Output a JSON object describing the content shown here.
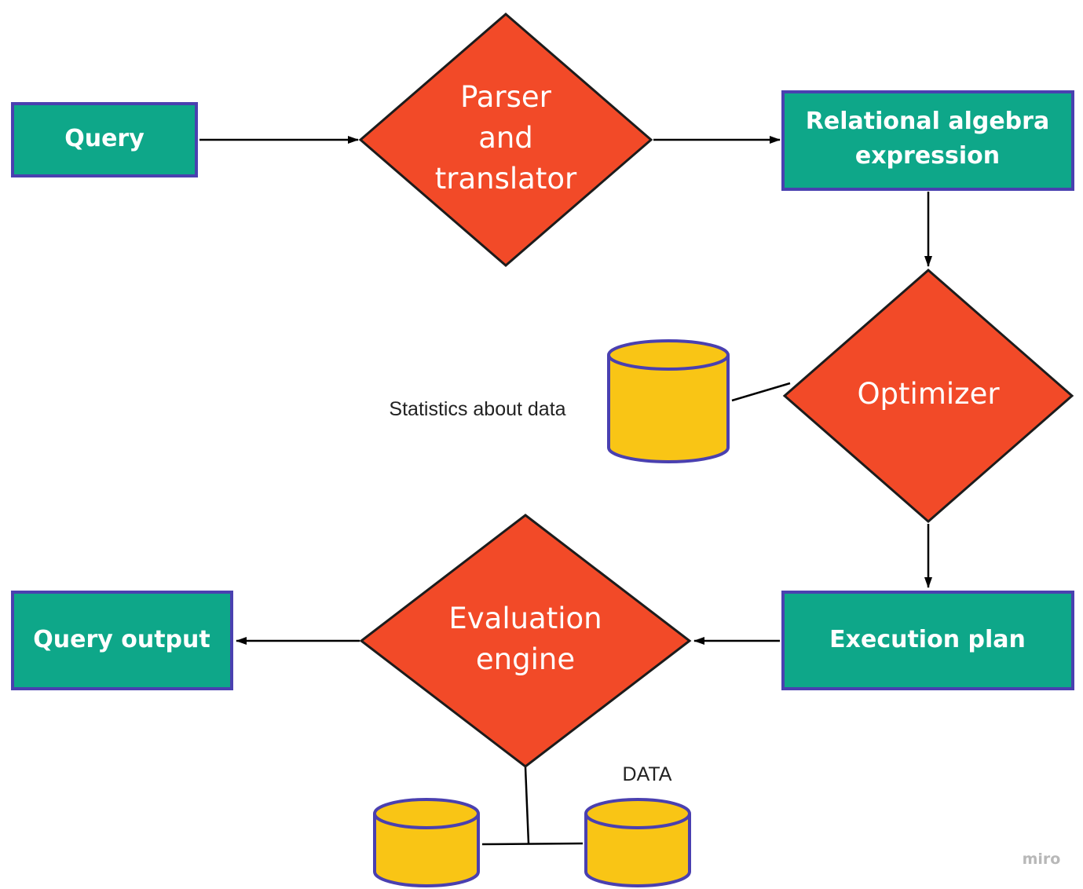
{
  "colors": {
    "box_fill": "#0ea789",
    "box_stroke": "#4a40b0",
    "diamond_fill": "#f24a28",
    "diamond_stroke": "#1c1c1c",
    "cylinder_fill": "#f9c515",
    "cylinder_stroke": "#4a40b0",
    "connector": "#000000"
  },
  "nodes": {
    "query": "Query",
    "parser": [
      "Parser",
      "and",
      "translator"
    ],
    "relational": [
      "Relational algebra",
      "expression"
    ],
    "optimizer": "Optimizer",
    "execution_plan": "Execution plan",
    "evaluation": [
      "Evaluation",
      "engine"
    ],
    "query_output": "Query output"
  },
  "labels": {
    "statistics": "Statistics about data",
    "data": "DATA"
  },
  "watermark": "miro"
}
